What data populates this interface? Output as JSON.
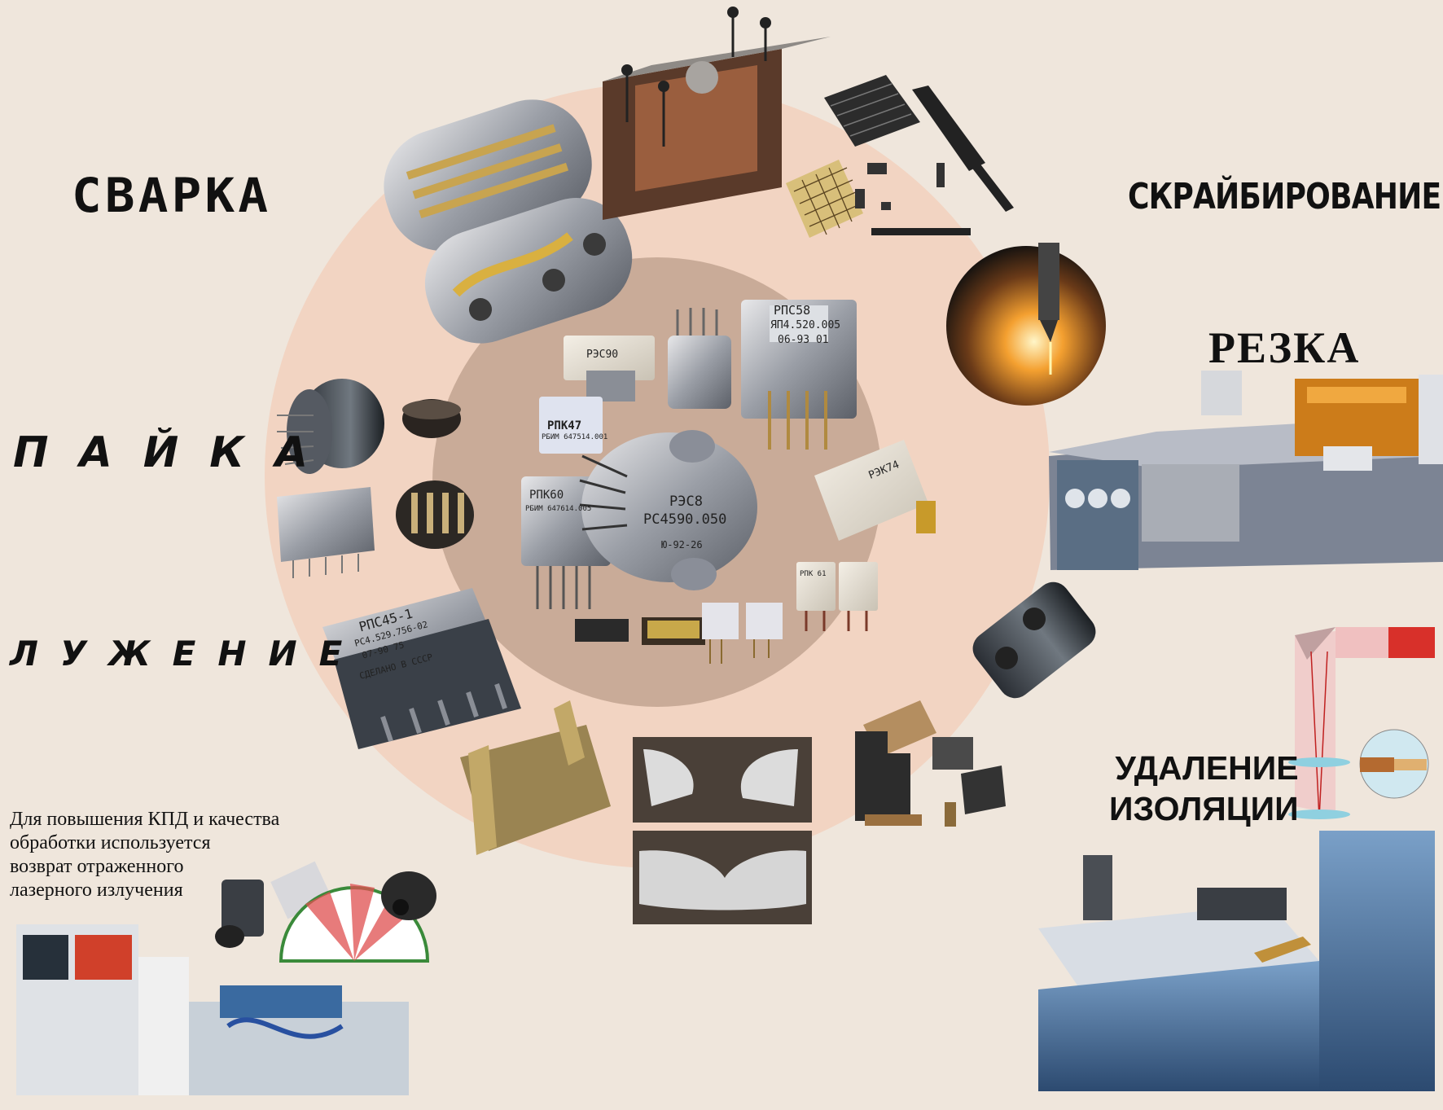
{
  "labels": {
    "welding": "СВАРКА",
    "scribing": "СКРАЙБИРОВАНИЕ",
    "cutting": "РЕЗКА",
    "soldering": "ПАЙКА",
    "tinning": "ЛУЖЕНИЕ",
    "insulation_removal": [
      "УДАЛЕНИЕ",
      "ИЗОЛЯЦИИ"
    ]
  },
  "note": [
    "Для повышения КПД и качества",
    "обработки используется",
    "возврат отраженного",
    "лазерного излучения"
  ],
  "component_markings": {
    "rps58": [
      "РПС58",
      "ЯП4.520.005",
      "06-93  01"
    ],
    "rpk47": [
      "РПК47",
      "РБИМ 647514.001"
    ],
    "rpk60": [
      "РПК60",
      "РБИМ 647614.005"
    ],
    "rze8": [
      "РЭС8",
      "РС4590.050",
      "Ю-92-26"
    ],
    "rze90": [
      "РЭС90"
    ],
    "rzk74": [
      "РЭК74"
    ],
    "rps45": [
      "РПС45-1",
      "РС4.529.756-02",
      "07-90  75",
      "СДЕЛАНО В СССР"
    ],
    "rpk61": [
      "РПК 61"
    ]
  },
  "colors": {
    "background": "#efe6dc",
    "outer_ring": "#f2d4c2",
    "inner_disc": "#c9ab98",
    "text": "#111111",
    "laser_red": "#d8302a"
  }
}
